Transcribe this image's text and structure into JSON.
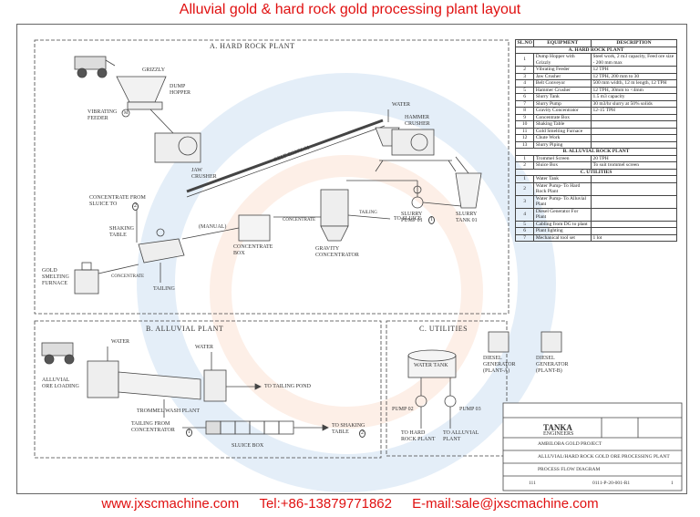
{
  "header": {
    "title": "Alluvial gold & hard rock gold processing plant layout"
  },
  "footer": {
    "website": "www.jxscmachine.com",
    "tel": "Tel:+86-13879771862",
    "email": "E-mail:sale@jxscmachine.com"
  },
  "sections": {
    "hard_rock": "A. HARD ROCK PLANT",
    "alluvial": "B. ALLUVIAL PLANT",
    "utilities": "C. UTILITIES"
  },
  "hard_rock_labels": {
    "grizzly": "GRIZZLY",
    "dump_hopper": "DUMP\nHOPPER",
    "vibrating_feeder": "VIBRATING\nFEEDER",
    "water": "WATER",
    "hammer_crusher": "HAMMER\nCRUSHER",
    "belt_conv": "BELT CONV. 01",
    "jaw_crusher": "JAW\nCRUSHER",
    "slurry_pump": "SLURRY\nPUMP 01",
    "slurry_tank": "SLURRY\nTANK 01",
    "conc_from_sluice": "CONCENTRATE FROM\nSLUICE TO",
    "sluice_ref": "2",
    "shaking_table": "SHAKING\nTABLE",
    "manual": "(MANUAL)",
    "concentrate": "CONCENTRATE",
    "concentrate2": "CONCENTRATE",
    "tailing_arrow": "TAILING",
    "to_sluice": "TO SLUICE",
    "to_sluice_ref": "1",
    "gravity_conc": "GRAVITY\nCONCENTRATOR",
    "conc_box": "CONCENTRATE\nBOX",
    "gold_furnace": "GOLD\nSMELTING\nFURNACE",
    "tailing": "TAILING",
    "pump_letter": "M"
  },
  "alluvial_labels": {
    "water1": "WATER",
    "water2": "WATER",
    "ore_loading": "ALLUVIAL\nORE LOADING",
    "to_tailing_pond": "TO TAILING POND",
    "trommel": "TROMMEL WASH PLANT",
    "tailing_from_conc": "TAILING FROM\nCONCENTRATOR",
    "tailing_ref": "1",
    "to_shaking_table": "TO SHAKING\nTABLE",
    "shaking_ref": "2",
    "sluice_box": "SLUICE BOX"
  },
  "utility_labels": {
    "water_tank": "WATER TANK",
    "gen_a": "DIESEL\nGENERATOR\n(PLANT-A)",
    "gen_b": "DIESEL\nGENERATOR\n(PLANT-B)",
    "pump02": "PUMP 02",
    "pump03": "PUMP 03",
    "to_hard_rock": "TO HARD\nROCK PLANT",
    "to_alluvial": "TO ALLUVIAL\nPLANT"
  },
  "equipment_table": {
    "headers": [
      "SL.NO",
      "EQUIPMENT",
      "DESCRIPTION"
    ],
    "section_a": "A. HARD ROCK PLANT",
    "rows_a": [
      [
        "1",
        "Dump Hopper with Grizzly",
        "Steel work, 2 m3 capacity, Feed ore size - 200 mm max"
      ],
      [
        "2",
        "Vibrating Feeder",
        "12 TPH"
      ],
      [
        "3",
        "Jaw Crusher",
        "12 TPH, 200 mm to 30"
      ],
      [
        "4",
        "Belt Conveyor",
        "500 mm width, 12 m length, 12 TPH"
      ],
      [
        "5",
        "Hammer Crusher",
        "12 TPH, 30mm to <4mm"
      ],
      [
        "6",
        "Slurry Tank",
        "1.5 m3 capacity"
      ],
      [
        "7",
        "Slurry Pump",
        "30 m3/hr slurry at 50% solids"
      ],
      [
        "8",
        "Gravity Concentrator",
        "12-15 TPH"
      ],
      [
        "9",
        "Concentrate Box",
        ""
      ],
      [
        "10",
        "Shaking Table",
        ""
      ],
      [
        "11",
        "Gold Smelting Furnace",
        ""
      ],
      [
        "12",
        "Chute Work",
        ""
      ],
      [
        "13",
        "Slurry Piping",
        ""
      ]
    ],
    "section_b": "B. ALLUVIAL ROCK PLANT",
    "rows_b": [
      [
        "1",
        "Trommel Screen",
        "20 TPH"
      ],
      [
        "2",
        "Sluice Box",
        "To suit trommel screen"
      ]
    ],
    "section_c": "C. UTILITIES",
    "rows_c": [
      [
        "1",
        "Water Tank",
        ""
      ],
      [
        "2",
        "Water Pump- To Hard Rock Plant",
        ""
      ],
      [
        "3",
        "Water Pump- To Alluvial Plant",
        ""
      ],
      [
        "4",
        "Diesel Generator For Plant",
        ""
      ],
      [
        "5",
        "Cabling from DG to plant",
        ""
      ],
      [
        "6",
        "Plant lighting",
        ""
      ],
      [
        "7",
        "Mechanical tool set",
        "1 lot"
      ]
    ]
  },
  "title_block": {
    "company": "TANKA",
    "company_sub": "ENGINEERS",
    "project": "AMBILOBA GOLD PROJECT",
    "drawing": "ALLUVIAL/HARD ROCK GOLD ORE PROCESSING PLANT",
    "diagram": "PROCESS FLOW DIAGRAM",
    "number": "0111-P-20-001-R1",
    "job": "111",
    "sheet": "1"
  }
}
